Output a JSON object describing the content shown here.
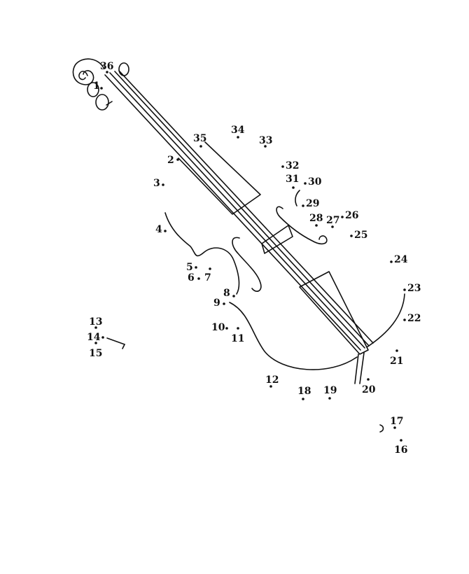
{
  "worksheet": {
    "kind": "connect-the-dots",
    "subject_shown": "violin outline",
    "dot_count": 36,
    "labels": [
      "1",
      "2",
      "3",
      "4",
      "5",
      "6",
      "7",
      "8",
      "9",
      "10",
      "11",
      "12",
      "13",
      "14",
      "15",
      "16",
      "17",
      "18",
      "19",
      "20",
      "21",
      "22",
      "23",
      "24",
      "25",
      "26",
      "27",
      "28",
      "29",
      "30",
      "31",
      "32",
      "33",
      "34",
      "35",
      "36"
    ]
  }
}
